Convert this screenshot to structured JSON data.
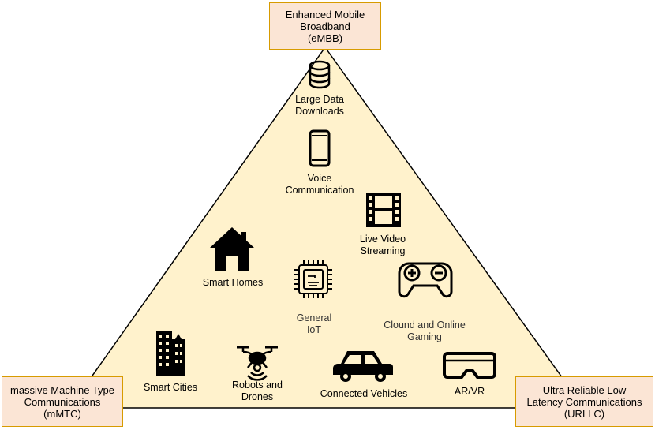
{
  "corners": {
    "top": "Enhanced Mobile\nBroadband\n(eMBB)",
    "left": "massive Machine Type\nCommunications\n(mMTC)",
    "right": "Ultra Reliable Low\nLatency Communications\n(URLLC)"
  },
  "items": {
    "large_data": "Large Data\nDownloads",
    "voice": "Voice\nCommunication",
    "live_video": "Live Video\nStreaming",
    "smart_homes": "Smart Homes",
    "general_iot": "General\nIoT",
    "gaming": "Clound and Online\nGaming",
    "smart_cities": "Smart Cities",
    "robots": "Robots and\nDrones",
    "vehicles": "Connected Vehicles",
    "arvr": "AR/VR"
  },
  "colors": {
    "triangle_fill": "#fff2cc",
    "triangle_stroke": "#000000",
    "box_fill": "#fbe5d5",
    "box_stroke": "#d79b00"
  },
  "icons": [
    "database-icon",
    "smartphone-icon",
    "film-icon",
    "house-icon",
    "chip-icon",
    "gamepad-icon",
    "buildings-icon",
    "drone-icon",
    "car-icon",
    "vr-headset-icon"
  ]
}
